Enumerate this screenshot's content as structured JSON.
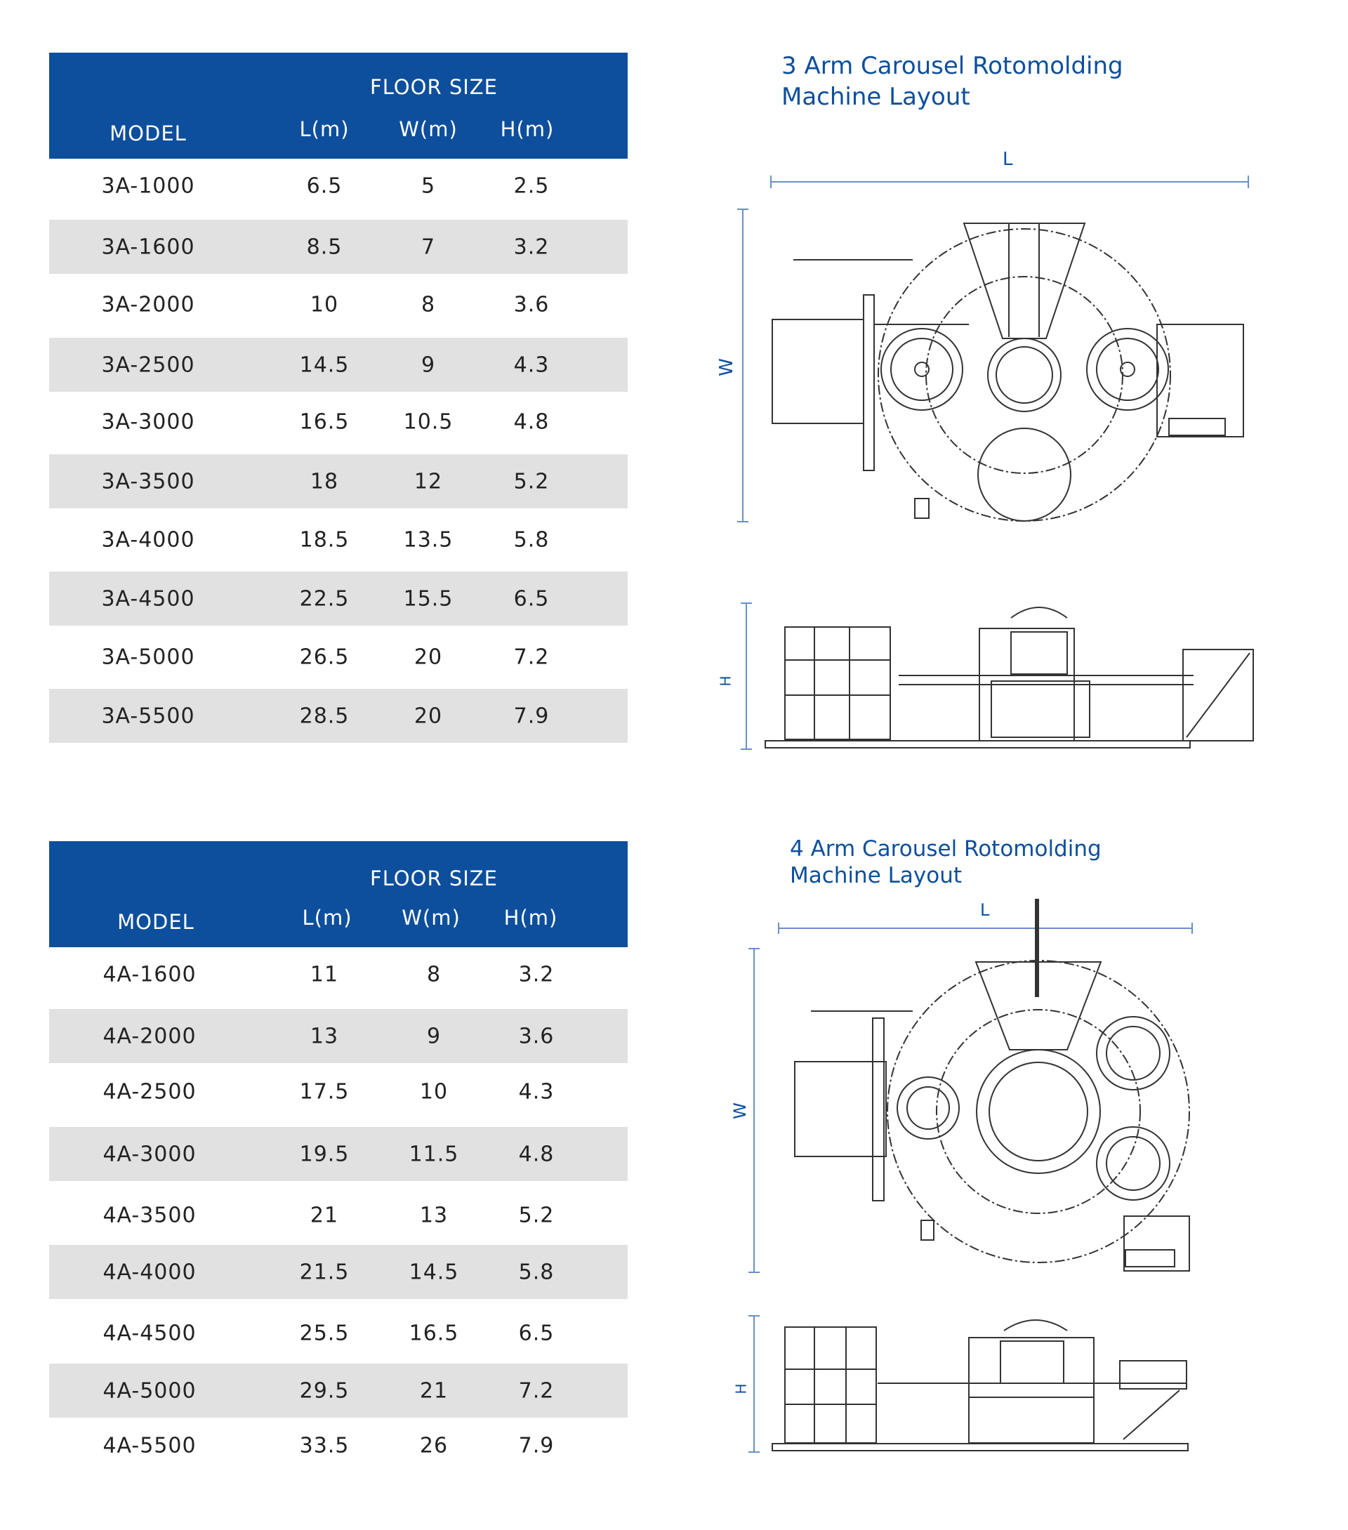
{
  "colors": {
    "header": "#0d4f9c",
    "stripe": "#e1e1e1",
    "text": "#222222"
  },
  "table_3arm": {
    "floor_size": "FLOOR SIZE",
    "columns": [
      "MODEL",
      "L(m)",
      "W(m)",
      "H(m)"
    ],
    "rows": [
      [
        "3A-1000",
        "6.5",
        "5",
        "2.5"
      ],
      [
        "3A-1600",
        "8.5",
        "7",
        "3.2"
      ],
      [
        "3A-2000",
        "10",
        "8",
        "3.6"
      ],
      [
        "3A-2500",
        "14.5",
        "9",
        "4.3"
      ],
      [
        "3A-3000",
        "16.5",
        "10.5",
        "4.8"
      ],
      [
        "3A-3500",
        "18",
        "12",
        "5.2"
      ],
      [
        "3A-4000",
        "18.5",
        "13.5",
        "5.8"
      ],
      [
        "3A-4500",
        "22.5",
        "15.5",
        "6.5"
      ],
      [
        "3A-5000",
        "26.5",
        "20",
        "7.2"
      ],
      [
        "3A-5500",
        "28.5",
        "20",
        "7.9"
      ]
    ]
  },
  "table_4arm": {
    "floor_size": "FLOOR SIZE",
    "columns": [
      "MODEL",
      "L(m)",
      "W(m)",
      "H(m)"
    ],
    "rows": [
      [
        "4A-1600",
        "11",
        "8",
        "3.2"
      ],
      [
        "4A-2000",
        "13",
        "9",
        "3.6"
      ],
      [
        "4A-2500",
        "17.5",
        "10",
        "4.3"
      ],
      [
        "4A-3000",
        "19.5",
        "11.5",
        "4.8"
      ],
      [
        "4A-3500",
        "21",
        "13",
        "5.2"
      ],
      [
        "4A-4000",
        "21.5",
        "14.5",
        "5.8"
      ],
      [
        "4A-4500",
        "25.5",
        "16.5",
        "6.5"
      ],
      [
        "4A-5000",
        "29.5",
        "21",
        "7.2"
      ],
      [
        "4A-5500",
        "33.5",
        "26",
        "7.9"
      ]
    ]
  },
  "layout_3arm": {
    "title_line1": "3 Arm Carousel Rotomolding",
    "title_line2": "Machine Layout",
    "dim_l": "L",
    "dim_w": "W",
    "dim_h": "H"
  },
  "layout_4arm": {
    "title_line1": "4 Arm Carousel Rotomolding",
    "title_line2": "Machine Layout",
    "dim_l": "L",
    "dim_w": "W",
    "dim_h": "H"
  }
}
